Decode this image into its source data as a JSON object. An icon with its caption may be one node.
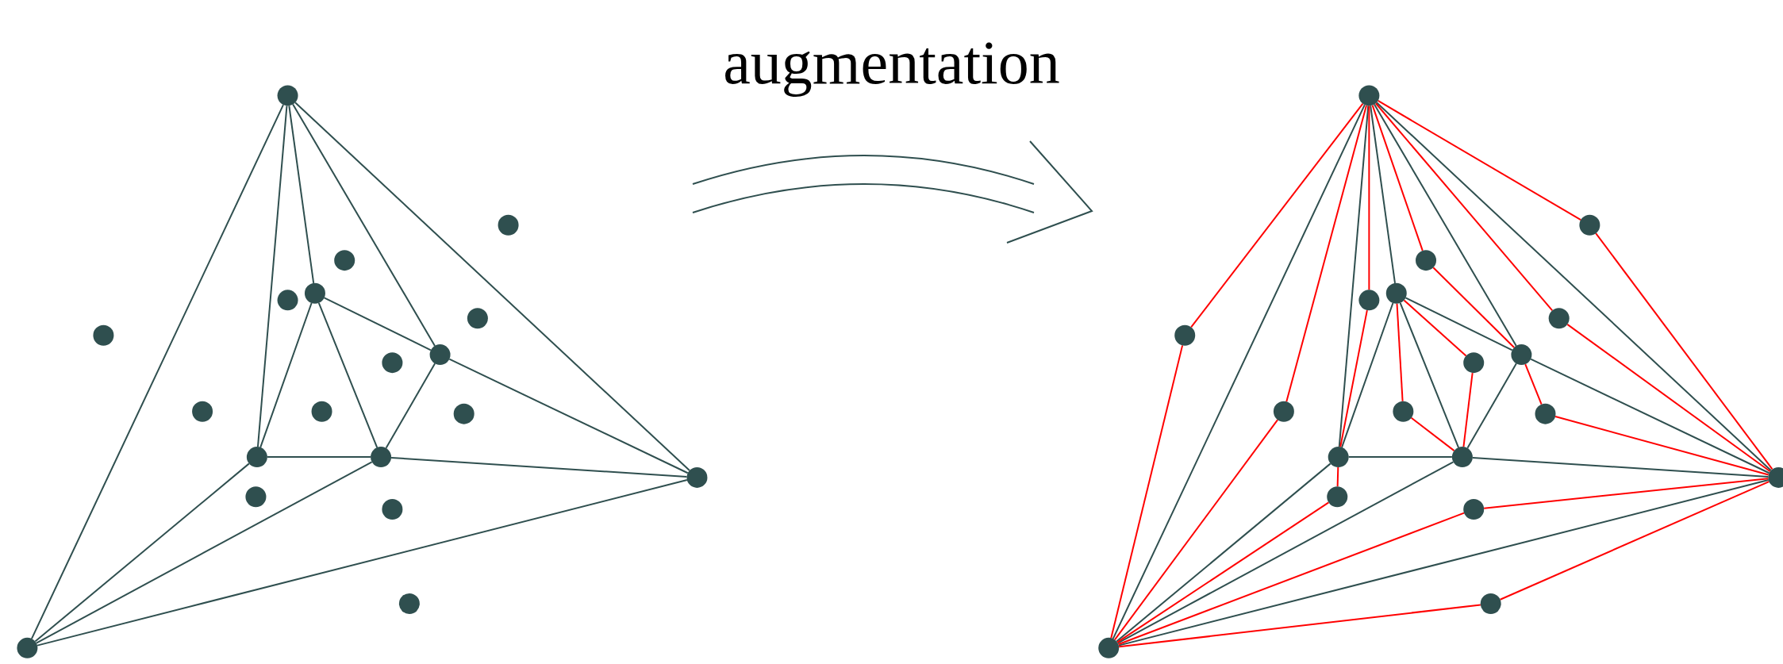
{
  "diagram": {
    "nodes": [
      {
        "text": [],
        "shape": "circle"
      },
      {
        "text": [],
        "shape": "circle"
      },
      {
        "text": [],
        "shape": "circle"
      },
      {
        "text": [],
        "shape": "circle"
      },
      {
        "text": [],
        "shape": "circle"
      },
      {
        "text": [],
        "shape": "circle"
      },
      {
        "text": [],
        "shape": "circle"
      },
      {
        "text": [],
        "shape": "circle"
      },
      {
        "text": [],
        "shape": "circle"
      },
      {
        "text": [],
        "shape": "circle"
      },
      {
        "text": [],
        "shape": "circle"
      },
      {
        "text": [],
        "shape": "circle"
      },
      {
        "text": [],
        "shape": "circle"
      },
      {
        "text": [],
        "shape": "circle"
      },
      {
        "text": [],
        "shape": "circle"
      },
      {
        "text": [],
        "shape": "circle"
      },
      {
        "text": [],
        "shape": "circle"
      },
      {
        "text": [],
        "shape": "circle"
      },
      {
        "text": [],
        "shape": "circle"
      },
      {
        "text": [],
        "shape": "circle"
      },
      {
        "text": [],
        "shape": "circle"
      },
      {
        "text": [],
        "shape": "circle"
      },
      {
        "text": [],
        "shape": "circle"
      },
      {
        "text": [],
        "shape": "circle"
      },
      {
        "text": [],
        "shape": "circle"
      },
      {
        "text": [],
        "shape": "circle"
      },
      {
        "text": [],
        "shape": "circle"
      },
      {
        "text": [],
        "shape": "circle"
      },
      {
        "text": [],
        "shape": "circle"
      },
      {
        "text": [],
        "shape": "circle"
      },
      {
        "text": [],
        "shape": "circle"
      },
      {
        "text": [],
        "shape": "circle"
      },
      {
        "text": [],
        "shape": "circle"
      },
      {
        "text": [],
        "shape": "circle"
      },
      {
        "text": [],
        "shape": "circle"
      },
      {
        "text": [],
        "shape": "circle"
      },
      {
        "text": [],
        "shape": "circle"
      },
      {
        "text": [],
        "shape": "circle"
      }
    ],
    "edges": [
      {
        "from": 0,
        "to": 18,
        "arrow": "none"
      },
      {
        "from": 0,
        "to": 12,
        "arrow": "none"
      },
      {
        "from": 0,
        "to": 3,
        "arrow": "none"
      },
      {
        "from": 0,
        "to": 7,
        "arrow": "none"
      },
      {
        "from": 0,
        "to": 14,
        "arrow": "none"
      },
      {
        "from": 3,
        "to": 12,
        "arrow": "none"
      },
      {
        "from": 3,
        "to": 13,
        "arrow": "none"
      },
      {
        "from": 3,
        "to": 7,
        "arrow": "none"
      },
      {
        "from": 7,
        "to": 13,
        "arrow": "none"
      },
      {
        "from": 7,
        "to": 14,
        "arrow": "none"
      },
      {
        "from": 12,
        "to": 13,
        "arrow": "none"
      },
      {
        "from": 13,
        "to": 14,
        "arrow": "none"
      },
      {
        "from": 12,
        "to": 18,
        "arrow": "none"
      },
      {
        "from": 13,
        "to": 18,
        "arrow": "none"
      },
      {
        "from": 14,
        "to": 18,
        "arrow": "none"
      },
      {
        "from": 19,
        "to": 37,
        "arrow": "none"
      },
      {
        "from": 19,
        "to": 31,
        "arrow": "none"
      },
      {
        "from": 19,
        "to": 22,
        "arrow": "none"
      },
      {
        "from": 19,
        "to": 26,
        "arrow": "none"
      },
      {
        "from": 19,
        "to": 33,
        "arrow": "none"
      },
      {
        "from": 22,
        "to": 31,
        "arrow": "none"
      },
      {
        "from": 22,
        "to": 32,
        "arrow": "none"
      },
      {
        "from": 22,
        "to": 26,
        "arrow": "none"
      },
      {
        "from": 26,
        "to": 32,
        "arrow": "none"
      },
      {
        "from": 26,
        "to": 33,
        "arrow": "none"
      },
      {
        "from": 31,
        "to": 32,
        "arrow": "none"
      },
      {
        "from": 32,
        "to": 33,
        "arrow": "none"
      },
      {
        "from": 31,
        "to": 37,
        "arrow": "none"
      },
      {
        "from": 32,
        "to": 37,
        "arrow": "none"
      },
      {
        "from": 33,
        "to": 37,
        "arrow": "none"
      },
      {
        "from": 19,
        "to": 25,
        "arrow": "none",
        "color": "#ff0000"
      },
      {
        "from": 25,
        "to": 37,
        "arrow": "none",
        "color": "#ff0000"
      },
      {
        "from": 19,
        "to": 20,
        "arrow": "none",
        "color": "#ff0000"
      },
      {
        "from": 20,
        "to": 33,
        "arrow": "none",
        "color": "#ff0000"
      },
      {
        "from": 19,
        "to": 21,
        "arrow": "none",
        "color": "#ff0000"
      },
      {
        "from": 21,
        "to": 26,
        "arrow": "none",
        "color": "#ff0000"
      },
      {
        "from": 19,
        "to": 23,
        "arrow": "none",
        "color": "#ff0000"
      },
      {
        "from": 23,
        "to": 31,
        "arrow": "none",
        "color": "#ff0000"
      },
      {
        "from": 19,
        "to": 28,
        "arrow": "none",
        "color": "#ff0000"
      },
      {
        "from": 28,
        "to": 37,
        "arrow": "none",
        "color": "#ff0000"
      },
      {
        "from": 19,
        "to": 24,
        "arrow": "none",
        "color": "#ff0000"
      },
      {
        "from": 24,
        "to": 33,
        "arrow": "none",
        "color": "#ff0000"
      },
      {
        "from": 22,
        "to": 27,
        "arrow": "none",
        "color": "#ff0000"
      },
      {
        "from": 27,
        "to": 32,
        "arrow": "none",
        "color": "#ff0000"
      },
      {
        "from": 22,
        "to": 29,
        "arrow": "none",
        "color": "#ff0000"
      },
      {
        "from": 29,
        "to": 32,
        "arrow": "none",
        "color": "#ff0000"
      },
      {
        "from": 26,
        "to": 30,
        "arrow": "none",
        "color": "#ff0000"
      },
      {
        "from": 30,
        "to": 33,
        "arrow": "none",
        "color": "#ff0000"
      },
      {
        "from": 31,
        "to": 34,
        "arrow": "none",
        "color": "#ff0000"
      },
      {
        "from": 34,
        "to": 37,
        "arrow": "none",
        "color": "#ff0000"
      },
      {
        "from": 35,
        "to": 33,
        "arrow": "none",
        "color": "#ff0000"
      },
      {
        "from": 35,
        "to": 37,
        "arrow": "none",
        "color": "#ff0000"
      },
      {
        "from": 36,
        "to": 33,
        "arrow": "none",
        "color": "#ff0000"
      },
      {
        "from": 36,
        "to": 37,
        "arrow": "none",
        "color": "#ff0000"
      }
    ],
    "labels": [
      "augmentation"
    ]
  }
}
